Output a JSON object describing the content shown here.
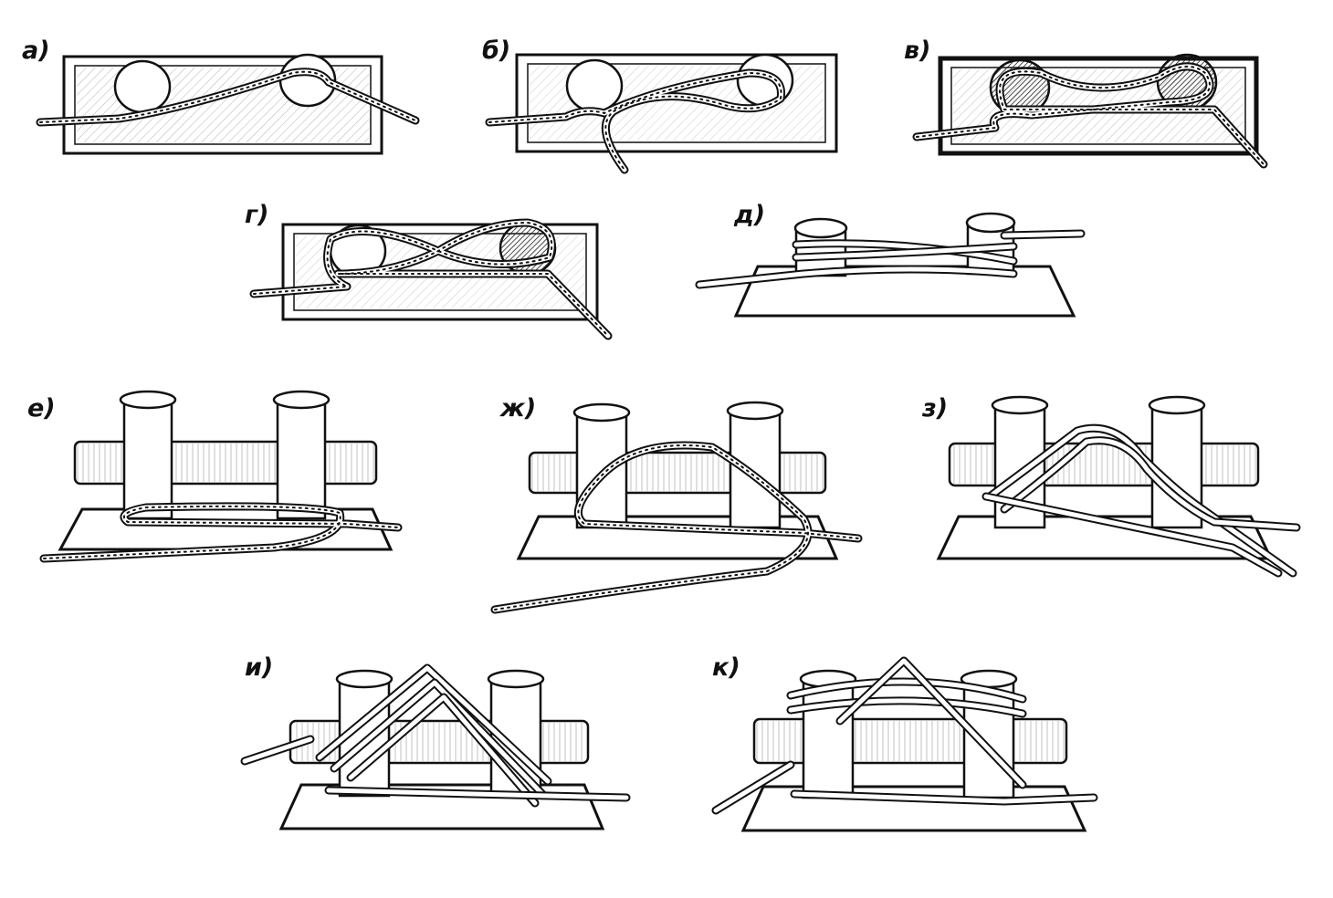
{
  "panels": [
    {
      "id": "a",
      "label": "а)",
      "kind": "plan"
    },
    {
      "id": "b",
      "label": "б)",
      "kind": "plan"
    },
    {
      "id": "v",
      "label": "в)",
      "kind": "plan"
    },
    {
      "id": "g",
      "label": "г)",
      "kind": "plan"
    },
    {
      "id": "d",
      "label": "д)",
      "kind": "side-low"
    },
    {
      "id": "e",
      "label": "е)",
      "kind": "cruciform"
    },
    {
      "id": "zh",
      "label": "ж)",
      "kind": "cruciform"
    },
    {
      "id": "z",
      "label": "з)",
      "kind": "cruciform"
    },
    {
      "id": "i",
      "label": "и)",
      "kind": "cruciform"
    },
    {
      "id": "k",
      "label": "к)",
      "kind": "cruciform"
    }
  ]
}
